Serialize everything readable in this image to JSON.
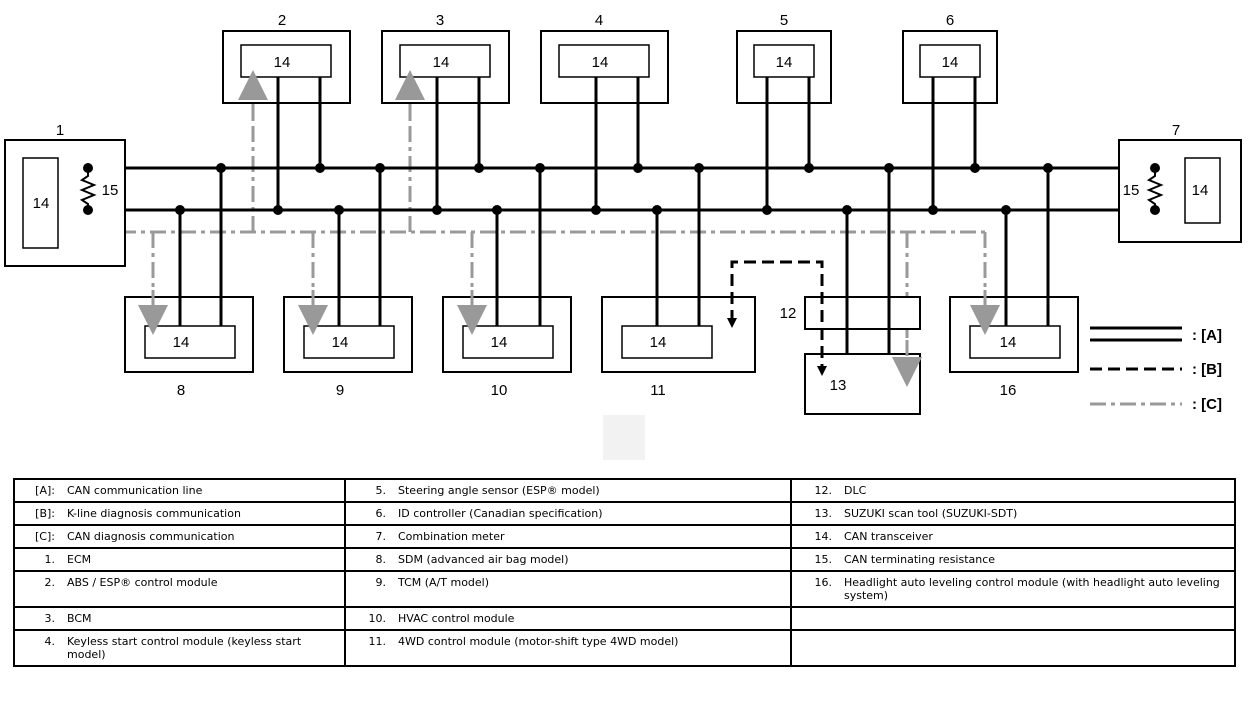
{
  "diagram": {
    "node_labels": [
      "1",
      "2",
      "3",
      "4",
      "5",
      "6",
      "7",
      "8",
      "9",
      "10",
      "11",
      "12",
      "13",
      "15",
      "15",
      "16"
    ],
    "transceiver_label": "14",
    "legend": [
      {
        "key": "A",
        "text": ": [A]",
        "style": "double-solid"
      },
      {
        "key": "B",
        "text": ": [B]",
        "style": "dashed"
      },
      {
        "key": "C",
        "text": ": [C]",
        "style": "dash-dot-gray"
      }
    ],
    "colors": {
      "can_line": "#000000",
      "k_line": "#000000",
      "can_diag": "#999999"
    }
  },
  "table": {
    "rows": [
      [
        {
          "num": "[A]:",
          "text": "CAN communication line"
        },
        {
          "num": "5.",
          "text": "Steering angle sensor (ESP® model)"
        },
        {
          "num": "12.",
          "text": "DLC"
        }
      ],
      [
        {
          "num": "[B]:",
          "text": "K-line diagnosis communication"
        },
        {
          "num": "6.",
          "text": "ID controller (Canadian specification)"
        },
        {
          "num": "13.",
          "text": "SUZUKI scan tool (SUZUKI-SDT)"
        }
      ],
      [
        {
          "num": "[C]:",
          "text": "CAN diagnosis communication"
        },
        {
          "num": "7.",
          "text": "Combination meter"
        },
        {
          "num": "14.",
          "text": "CAN transceiver"
        }
      ],
      [
        {
          "num": "1.",
          "text": "ECM"
        },
        {
          "num": "8.",
          "text": "SDM (advanced air bag model)"
        },
        {
          "num": "15.",
          "text": "CAN terminating resistance"
        }
      ],
      [
        {
          "num": "2.",
          "text": "ABS / ESP® control module"
        },
        {
          "num": "9.",
          "text": "TCM (A/T model)"
        },
        {
          "num": "16.",
          "text": "Headlight auto leveling control module (with headlight auto leveling system)"
        }
      ],
      [
        {
          "num": "3.",
          "text": "BCM"
        },
        {
          "num": "10.",
          "text": "HVAC control module"
        },
        {
          "num": "",
          "text": ""
        }
      ],
      [
        {
          "num": "4.",
          "text": "Keyless start control module (keyless start model)"
        },
        {
          "num": "11.",
          "text": "4WD control module (motor-shift type 4WD model)"
        },
        {
          "num": "",
          "text": ""
        }
      ]
    ]
  }
}
